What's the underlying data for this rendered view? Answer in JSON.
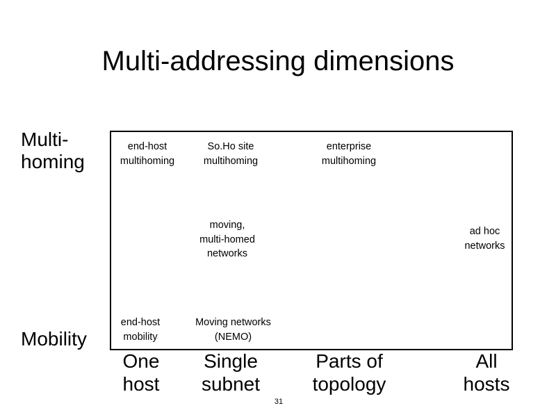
{
  "slide": {
    "title": "Multi-addressing dimensions",
    "slide_number": "31",
    "axis_labels": {
      "vertical_top": "Multi-\nhoming",
      "vertical_bottom": "Mobility"
    },
    "columns": [
      {
        "caption": "One\nhost"
      },
      {
        "caption": "Single\nsubnet"
      },
      {
        "caption": "Parts of\ntopology"
      },
      {
        "caption": "All\nhosts"
      }
    ],
    "cells": [
      {
        "name": "end-host-multihoming",
        "text": "end-host\nmultihoming"
      },
      {
        "name": "soho-site-multihoming",
        "text": "So.Ho site\nmultihoming"
      },
      {
        "name": "enterprise-multihoming",
        "text": "enterprise\nmultihoming"
      },
      {
        "name": "moving-multi-homed-networks",
        "text": "moving,\nmulti-homed\nnetworks"
      },
      {
        "name": "ad-hoc-networks",
        "text": "ad hoc\nnetworks"
      },
      {
        "name": "end-host-mobility",
        "text": "end-host\nmobility"
      },
      {
        "name": "moving-networks-nemo",
        "text": "Moving networks\n(NEMO)"
      }
    ],
    "colors": {
      "background": "#ffffff",
      "text": "#000000",
      "lines": "#000000"
    }
  }
}
